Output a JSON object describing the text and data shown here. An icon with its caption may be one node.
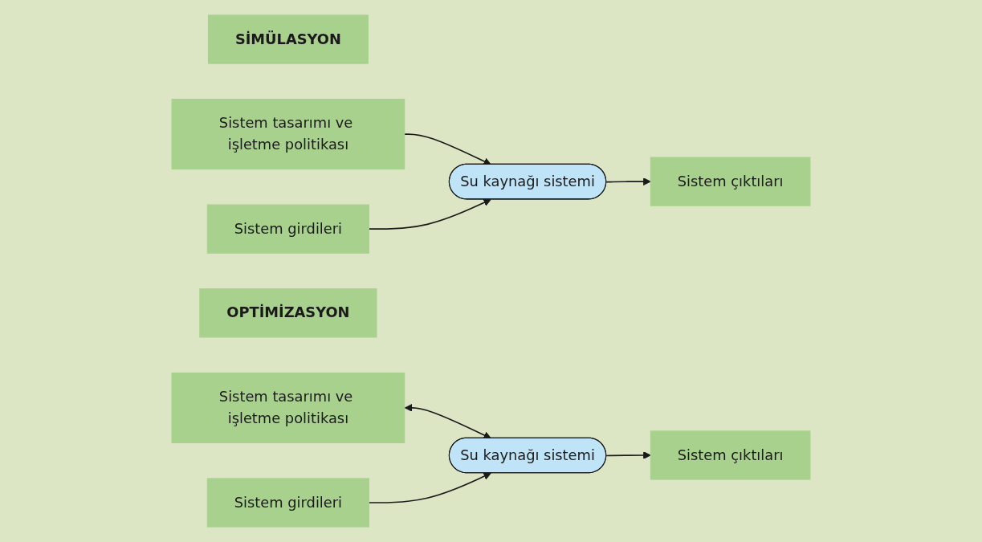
{
  "diagram": {
    "nodes": [
      {
        "text": [
          "SİMÜLASYON"
        ]
      },
      {
        "text": [
          "Sistem tasarımı ve işletme politikası"
        ]
      },
      {
        "text": [
          "Sistem girdileri"
        ]
      },
      {
        "text": [
          "Su kaynağı sistemi"
        ]
      },
      {
        "text": [
          "Sistem çıktıları"
        ]
      },
      {
        "text": [
          "OPTİMİZASYON"
        ]
      },
      {
        "text": [
          "Sistem tasarımı ve işletme politikası"
        ]
      },
      {
        "text": [
          "Sistem girdileri"
        ]
      },
      {
        "text": [
          "Su kaynağı sistemi"
        ]
      },
      {
        "text": [
          "Sistem çıktıları"
        ]
      }
    ],
    "edges": [
      {
        "from": 1,
        "to": 3,
        "arrow": "to"
      },
      {
        "from": 2,
        "to": 3,
        "arrow": "to"
      },
      {
        "from": 3,
        "to": 4,
        "arrow": "to"
      },
      {
        "from": 6,
        "to": 8,
        "arrow": "both"
      },
      {
        "from": 7,
        "to": 8,
        "arrow": "to"
      },
      {
        "from": 8,
        "to": 9,
        "arrow": "to"
      }
    ]
  }
}
